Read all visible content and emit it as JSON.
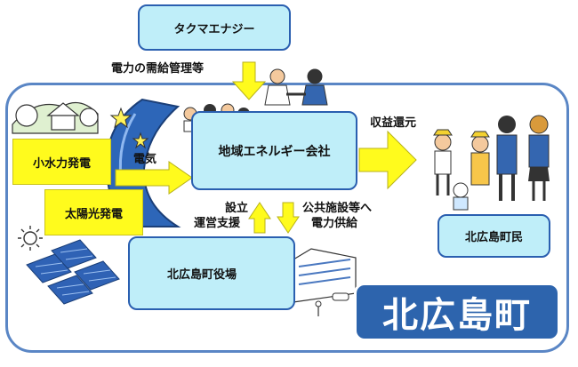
{
  "nodes": {
    "takuma_energy": "タクマエナジー",
    "regional_energy_company": "地域エネルギー会社",
    "small_hydro": "小水力発電",
    "solar": "太陽光発電",
    "town_office": "北広島町役場",
    "residents": "北広島町民",
    "town_name": "北広島町"
  },
  "labels": {
    "supply_demand_mgmt": "電力の需給管理等",
    "electricity": "電気",
    "profit_return": "収益還元",
    "establishment_support_1": "設立",
    "establishment_support_2": "運営支援",
    "public_supply_1": "公共施設等へ",
    "public_supply_2": "電力供給"
  },
  "colors": {
    "box_blue": "#bfeef9",
    "box_border": "#2a5fb0",
    "arrow_yellow": "#fffb1d",
    "region_border": "#5a86c5",
    "town_badge": "#2d64ad"
  }
}
